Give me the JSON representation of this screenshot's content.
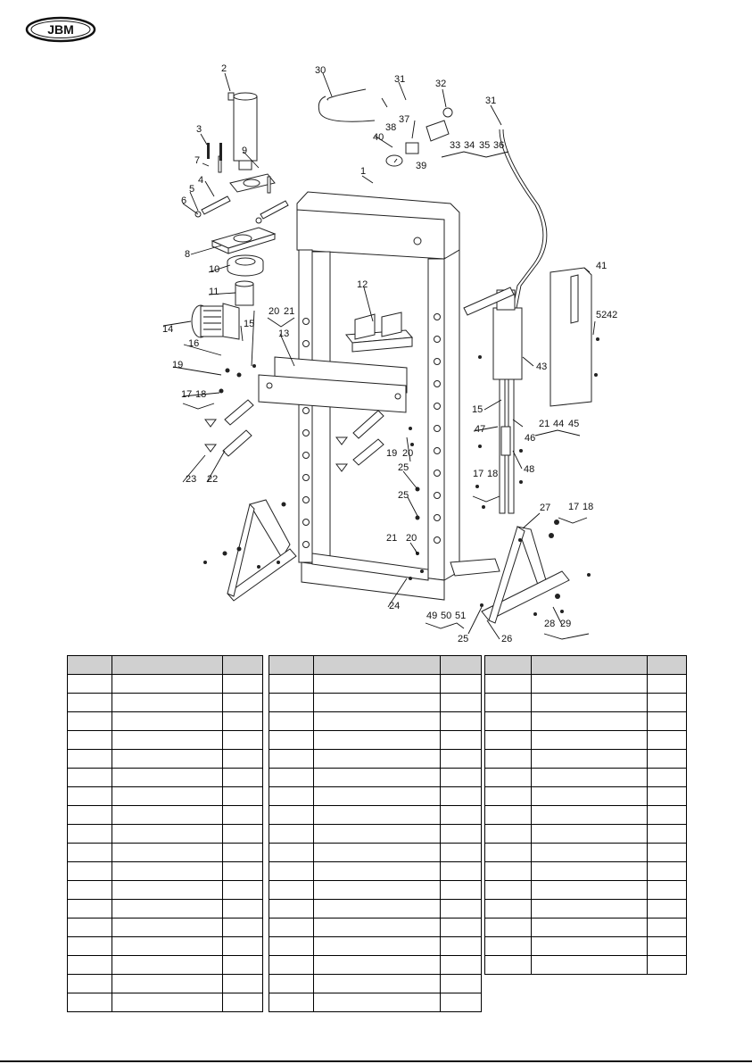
{
  "brand": {
    "logo_text": "JBM"
  },
  "diagram": {
    "callouts": [
      "1",
      "2",
      "3",
      "4",
      "5",
      "6",
      "7",
      "8",
      "9",
      "10",
      "11",
      "12",
      "13",
      "14",
      "15",
      "16",
      "17",
      "18",
      "19",
      "20",
      "21",
      "22",
      "23",
      "24",
      "25",
      "26",
      "27",
      "28",
      "29",
      "30",
      "31",
      "32",
      "33",
      "34",
      "35",
      "36",
      "37",
      "38",
      "39",
      "40",
      "41",
      "42",
      "43",
      "44",
      "45",
      "46",
      "47",
      "48",
      "49",
      "50",
      "51",
      "52"
    ]
  },
  "parts_tables": {
    "columns": [
      "",
      "",
      ""
    ],
    "left_rows": 18,
    "middle_rows": 18,
    "right_rows": 16
  }
}
